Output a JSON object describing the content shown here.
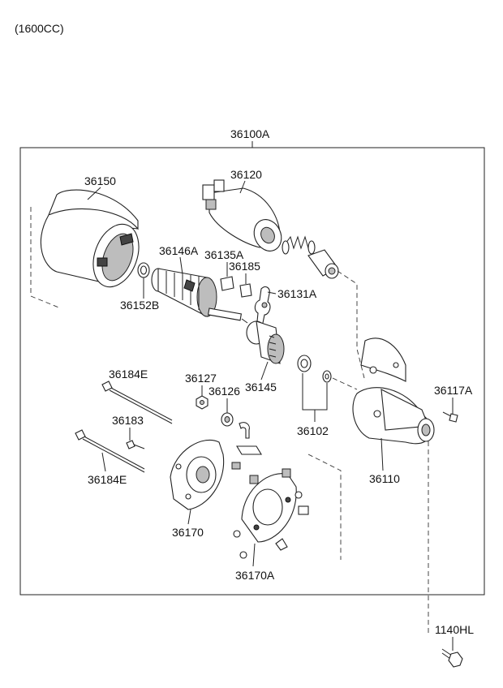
{
  "engine_note": "(1600CC)",
  "labels": {
    "assembly": "36100A",
    "yoke": "36150",
    "solenoid": "36120",
    "armature": "36146A",
    "brush_holder_plate": "36135A",
    "brush": "36185",
    "lever": "36131A",
    "washer_armature": "36152B",
    "through_bolt_a": "36184E",
    "nut": "36127",
    "nut_washer": "36126",
    "pinion": "36145",
    "washer_set": "36102",
    "bolt_right": "36117A",
    "screw": "36183",
    "through_bolt_b": "36184E",
    "housing": "36110",
    "rear_cover": "36170",
    "brush_holder": "36170A",
    "mount_bolt": "1140HL"
  }
}
